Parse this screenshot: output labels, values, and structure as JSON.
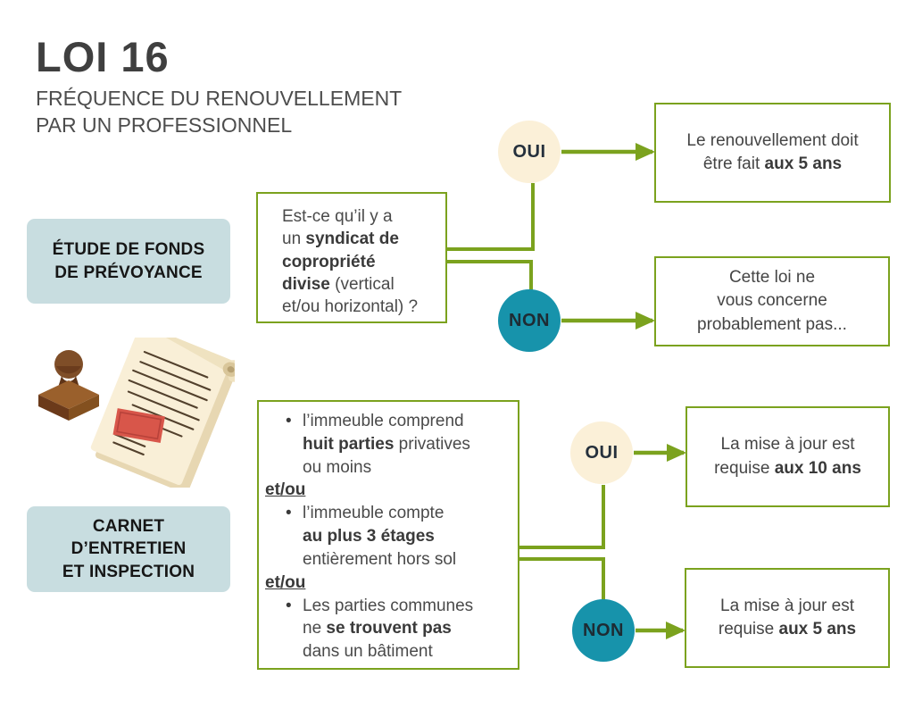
{
  "title": "LOI 16",
  "subtitle": {
    "line1": "FRÉQUENCE DU RENOUVELLEMENT",
    "line2": "PAR UN PROFESSIONNEL"
  },
  "colors": {
    "accent_green": "#7ba21e",
    "teal": "#1793ab",
    "cream": "#fbf0d8",
    "label_background": "#c8dde0",
    "heading_text": "#3f3f3f",
    "body_text": "#434343"
  },
  "labels": {
    "study": {
      "lines": [
        "ÉTUDE DE FONDS",
        "DE PRÉVOYANCE"
      ]
    },
    "carnet": {
      "lines": [
        "CARNET",
        "D’ENTRETIEN",
        "ET INSPECTION"
      ]
    }
  },
  "decisions": {
    "oui": "OUI",
    "non": "NON"
  },
  "question1": {
    "l1": "Est-ce qu’il y a",
    "l2pre": "un ",
    "l2bold": "syndicat de",
    "l3bold": "copropriété",
    "l4bold": "divise",
    "l4post": " (vertical",
    "l5": "et/ou horizontal) ?"
  },
  "question2": {
    "bullet": "•",
    "separator": "et/ou",
    "item1": {
      "l1": "l’immeuble comprend",
      "l2bold": "huit parties",
      "l2post": " privatives",
      "l3": "ou moins"
    },
    "item2": {
      "l1": "l’immeuble compte",
      "l2bold": "au plus 3 étages",
      "l3": "entièrement hors sol"
    },
    "item3": {
      "l1": "Les parties communes",
      "l2pre": "ne ",
      "l2bold": "se trouvent pas",
      "l3": "dans un bâtiment"
    }
  },
  "outcomes": {
    "renew": {
      "l1": "Le renouvellement doit",
      "l2pre": "être fait ",
      "l2bold": "aux 5 ans"
    },
    "notconcerned": {
      "lines": [
        "Cette loi ne",
        "vous concerne",
        "probablement pas..."
      ]
    },
    "update10": {
      "l1": "La mise à jour est",
      "l2pre": "requise ",
      "l2bold": "aux 10 ans"
    },
    "update5": {
      "l1": "La mise à jour est",
      "l2pre": "requise ",
      "l2bold": "aux 5 ans"
    }
  },
  "illustration": {
    "name": "stamp-and-document-illustration"
  }
}
